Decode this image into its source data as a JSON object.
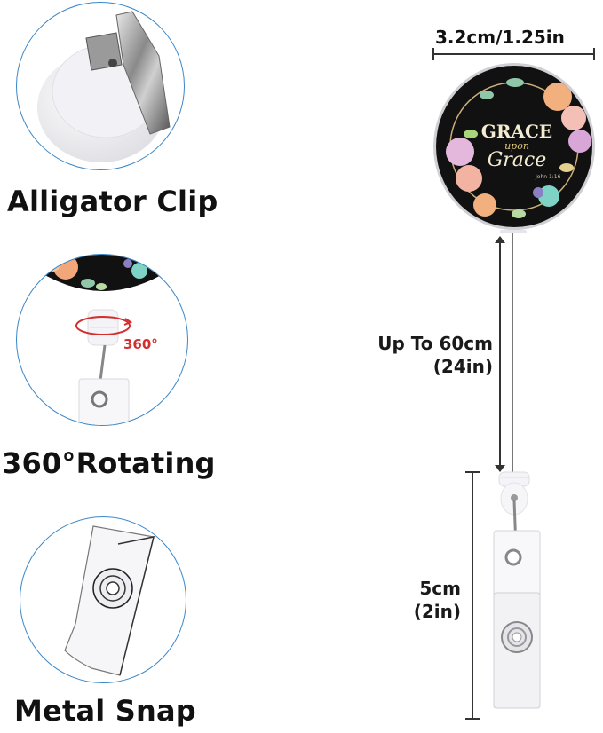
{
  "features": [
    {
      "label": "Alligator Clip",
      "icon": "alligator-clip-photo"
    },
    {
      "label": "360°Rotating",
      "icon": "rotating-swivel-photo",
      "badge": "360°"
    },
    {
      "label": "Metal Snap",
      "icon": "metal-snap-strap-photo"
    }
  ],
  "product": {
    "badge_text_line1": "GRACE",
    "badge_text_line2": "upon",
    "badge_text_line3": "Grace",
    "badge_reference": "John 1:16"
  },
  "dimensions": {
    "diameter": "3.2cm/1.25in",
    "cord_length_line1": "Up To 60cm",
    "cord_length_line2": "(24in)",
    "clip_length_line1": "5cm",
    "clip_length_line2": "(2in)"
  },
  "colors": {
    "frame_blue": "#3a87c8",
    "rotate_red": "#d32f2f",
    "badge_black": "#111111"
  }
}
